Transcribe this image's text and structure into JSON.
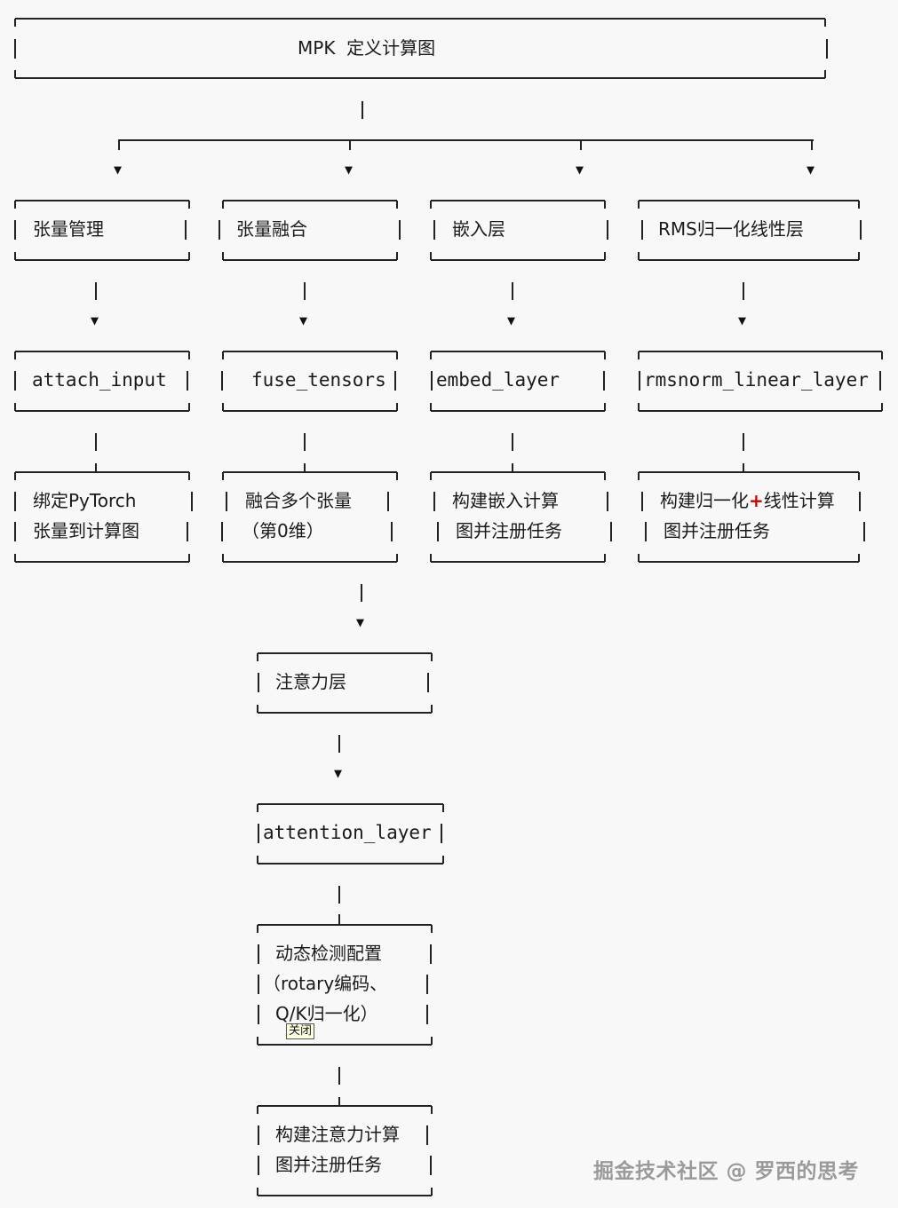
{
  "root": {
    "label": "MPK  定义计算图"
  },
  "columns": [
    {
      "category": "张量管理",
      "function": "attach_input",
      "description_line1": "绑定PyTorch",
      "description_line2": "张量到计算图"
    },
    {
      "category": "张量融合",
      "function": "fuse_tensors",
      "description_line1": "融合多个张量",
      "description_line2": "（第0维）"
    },
    {
      "category": "嵌入层",
      "function": "embed_layer",
      "description_line1": "构建嵌入计算",
      "description_line2": "图并注册任务"
    },
    {
      "category": "RMS归一化线性层",
      "function": "rmsnorm_linear_layer",
      "description_line1": "构建归一化+线性计算",
      "description_line2": "图并注册任务"
    }
  ],
  "attention": {
    "category": "注意力层",
    "function": "attention_layer",
    "detect_line1": "动态检测配置",
    "detect_line2": "（rotary编码、",
    "detect_line3": "Q/K归一化）",
    "description_line1": "构建注意力计算",
    "description_line2": "图并注册任务"
  },
  "tooltip": {
    "label": "关闭"
  },
  "watermark": {
    "text": "掘金技术社区 @ 罗西的思考"
  },
  "colors": {
    "line": "#222222",
    "plus": "#cc0000",
    "watermark": "#9a9a9a"
  }
}
